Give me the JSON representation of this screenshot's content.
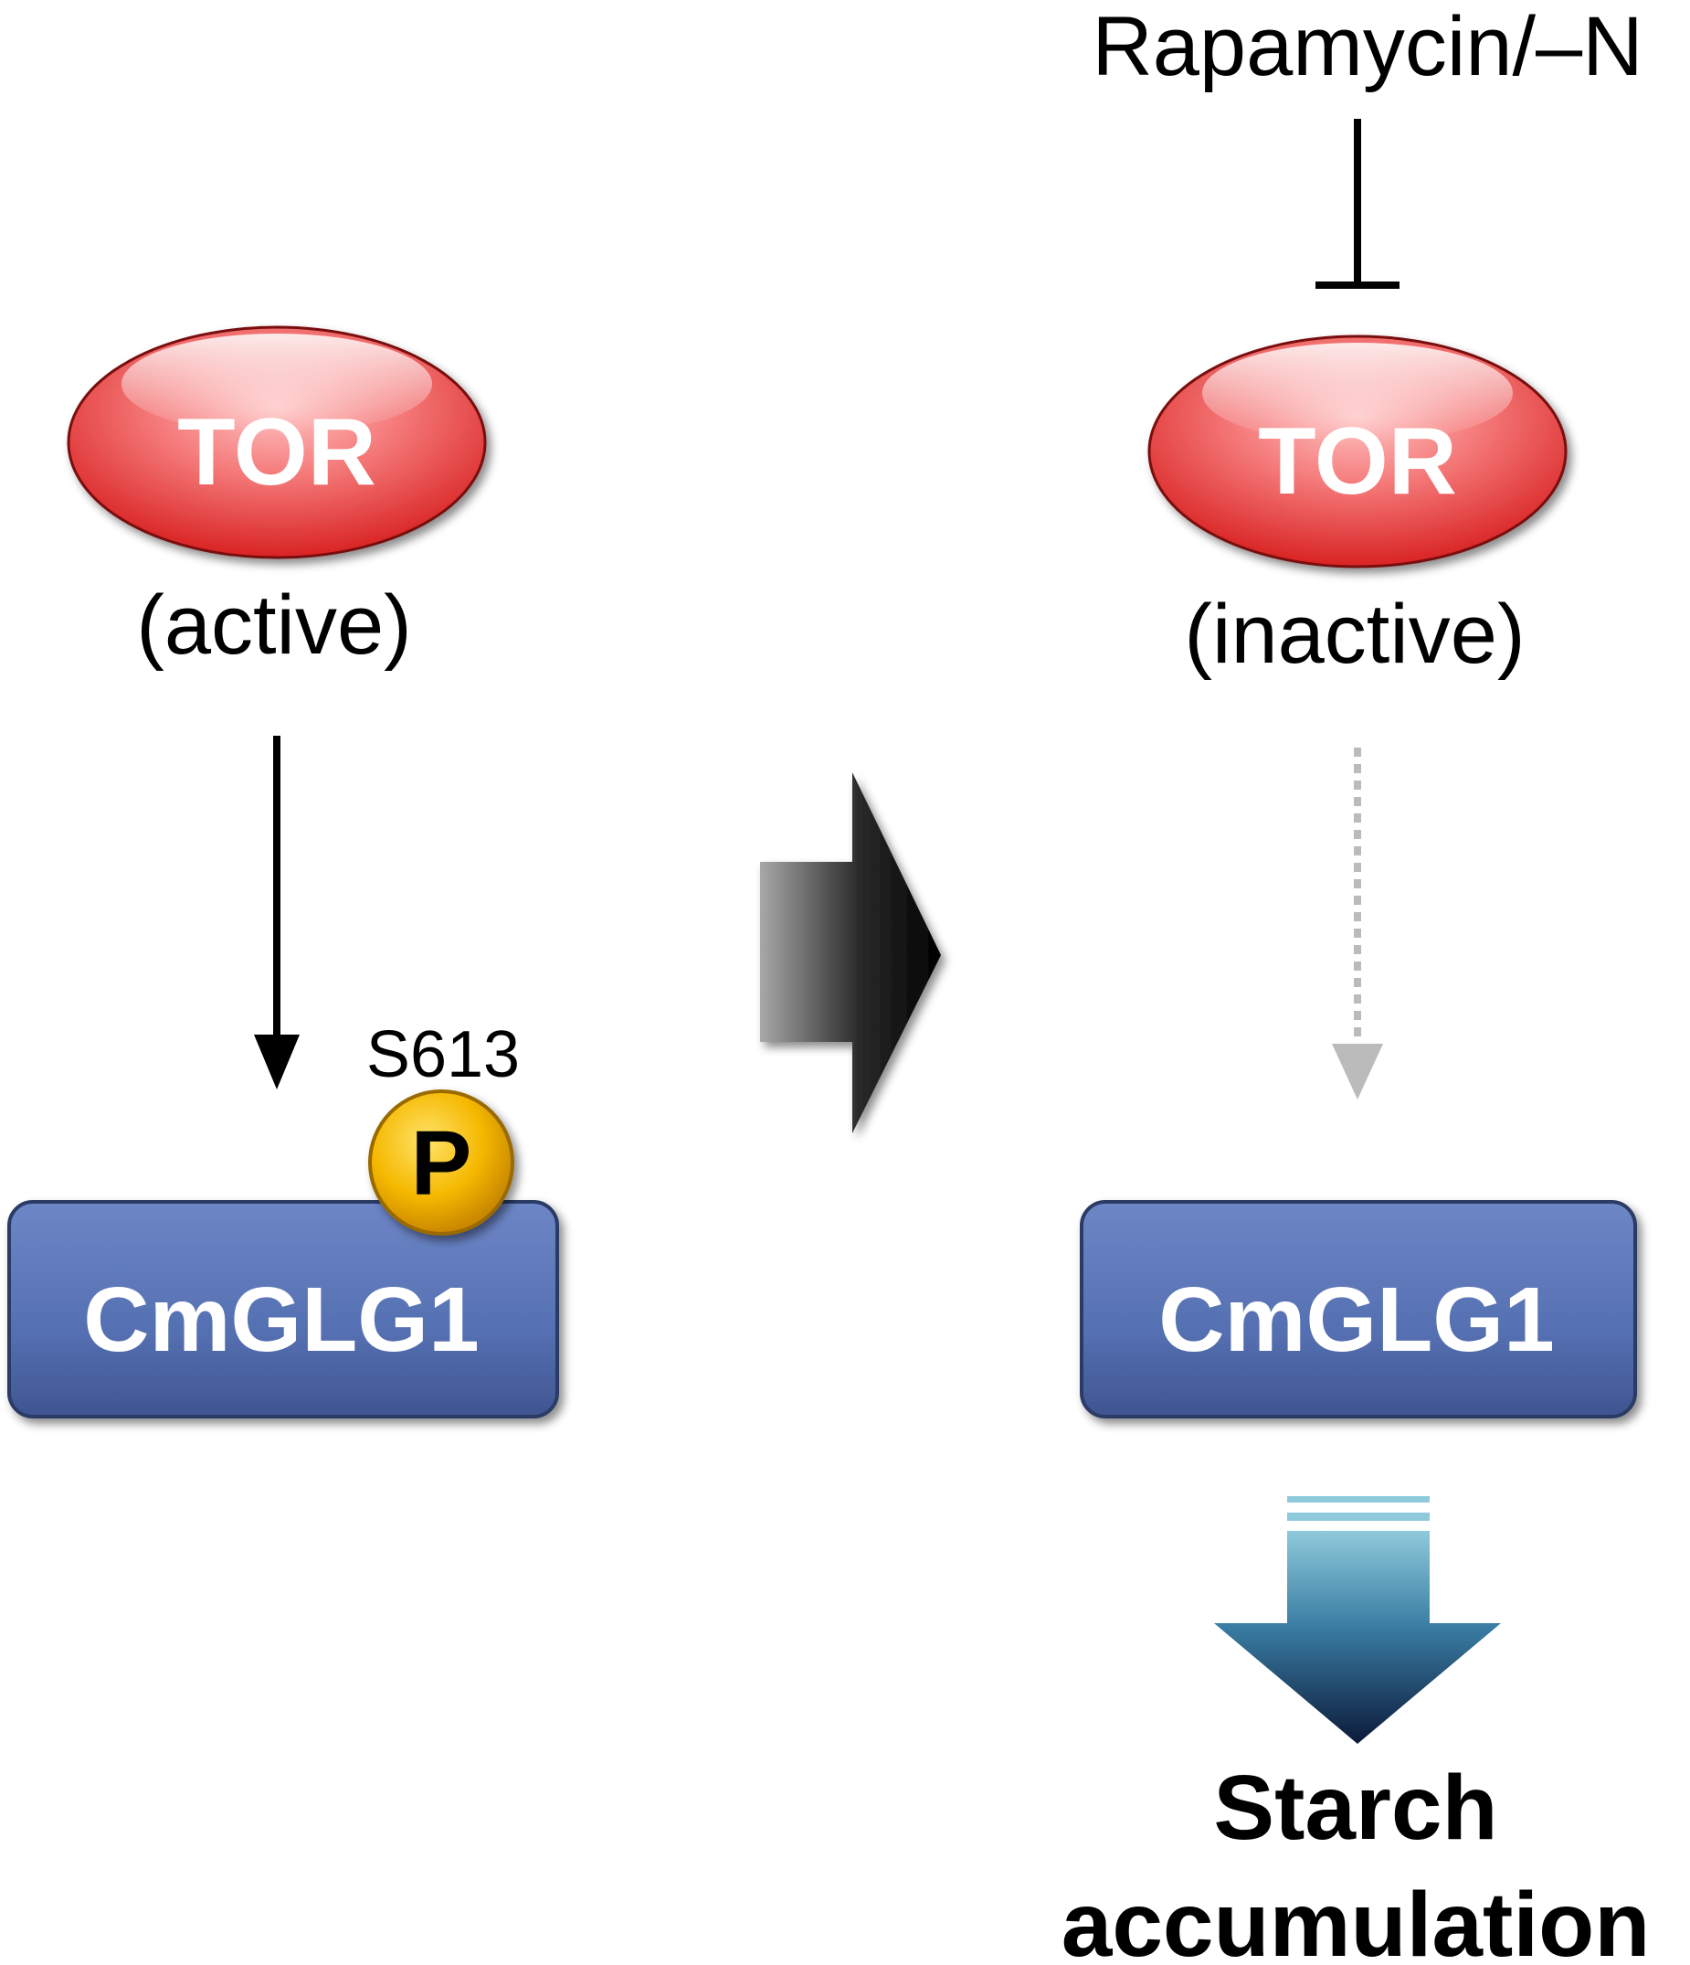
{
  "inhibitor": {
    "label": "Rapamycin/–N"
  },
  "left": {
    "tor_label": "TOR",
    "tor_state": "(active)",
    "site_label": "S613",
    "phospho_label": "P",
    "protein_label": "CmGLG1"
  },
  "right": {
    "tor_label": "TOR",
    "tor_state": "(inactive)",
    "protein_label": "CmGLG1",
    "outcome_line1": "Starch",
    "outcome_line2": "accumulation"
  },
  "colors": {
    "tor_fill": "#ee4444",
    "protein_fill": "#5570b2",
    "phospho_fill": "#f5b800",
    "outcome_arrow": "#3a7da3",
    "dotted_arrow": "#bbbbbb"
  }
}
